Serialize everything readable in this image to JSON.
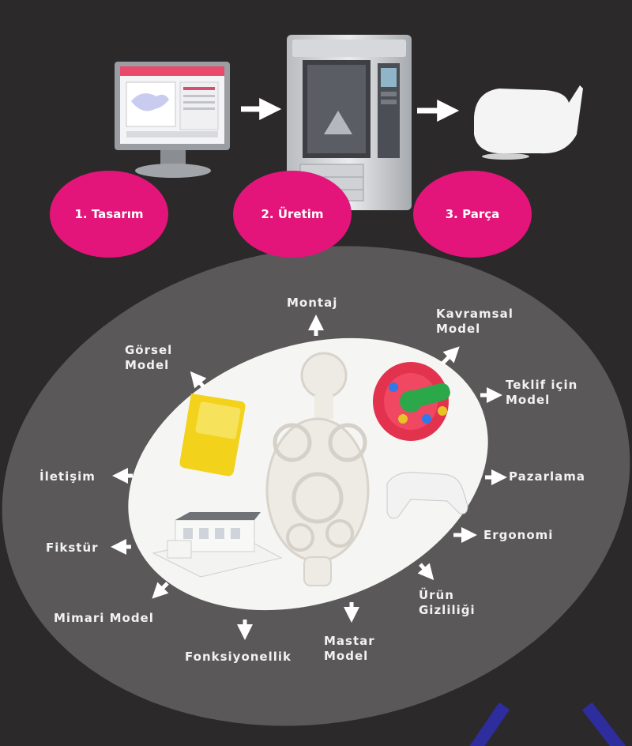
{
  "process": {
    "steps": [
      {
        "label": "1. Tasarım",
        "icon": "computer-monitor-icon"
      },
      {
        "label": "2. Üretim",
        "icon": "3d-printer-icon"
      },
      {
        "label": "3. Parça",
        "icon": "printed-part-icon"
      }
    ]
  },
  "applications": {
    "montaj": "Montaj",
    "kavramsal_model": "Kavramsal Model",
    "teklif_icin_model": "Teklif için Model",
    "pazarlama": "Pazarlama",
    "ergonomi": "Ergonomi",
    "urun_gizliligi": "Ürün Gizliliği",
    "mastar_model": "Mastar Model",
    "fonksiyonellik": "Fonksiyonellik",
    "mimari_model": "Mimari Model",
    "fikstur": "Fikstür",
    "iletisim": "İletişim",
    "gorsel_model": "Görsel Model"
  },
  "colors": {
    "background": "#2b292a",
    "bubble": "#e4157a",
    "outer_ellipse": "#5a5859",
    "inner_ellipse": "#f5f5f3",
    "arrow": "#ffffff",
    "brand_blue": "#2d2d9e"
  }
}
